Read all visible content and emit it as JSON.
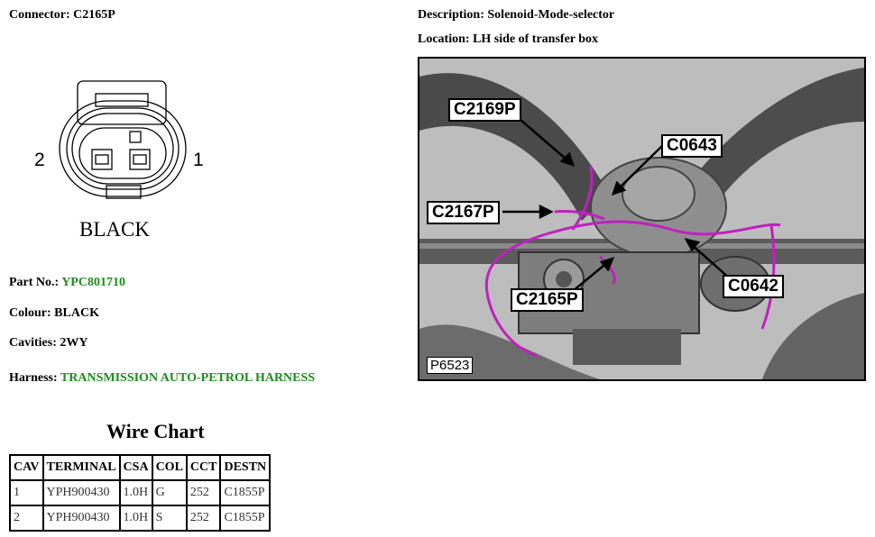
{
  "connector": {
    "label": "Connector:",
    "value": "C2165P"
  },
  "description": {
    "label": "Description:",
    "value": "Solenoid-Mode-selector"
  },
  "location": {
    "label": "Location:",
    "value": "LH side of transfer box"
  },
  "diagram": {
    "pin_left": "2",
    "pin_right": "1",
    "color_label": "BLACK"
  },
  "photo": {
    "callouts": [
      "C2169P",
      "C0643",
      "C2167P",
      "C2165P",
      "C0642"
    ],
    "plate": "P6523"
  },
  "part_no": {
    "label": "Part No.:",
    "value": "YPC801710"
  },
  "colour": {
    "label": "Colour:",
    "value": "BLACK"
  },
  "cavities": {
    "label": "Cavities:",
    "value": "2WY"
  },
  "harness": {
    "label": "Harness:",
    "value": "TRANSMISSION AUTO-PETROL HARNESS"
  },
  "wire_chart": {
    "title": "Wire Chart",
    "headers": [
      "CAV",
      "TERMINAL",
      "CSA",
      "COL",
      "CCT",
      "DESTN"
    ],
    "rows": [
      [
        "1",
        "YPH900430",
        "1.0H",
        "G",
        "252",
        "C1855P"
      ],
      [
        "2",
        "YPH900430",
        "1.0H",
        "S",
        "252",
        "C1855P"
      ]
    ]
  },
  "colors": {
    "green_text": "#1a8c1a",
    "harness_magenta": "#c020c0"
  }
}
